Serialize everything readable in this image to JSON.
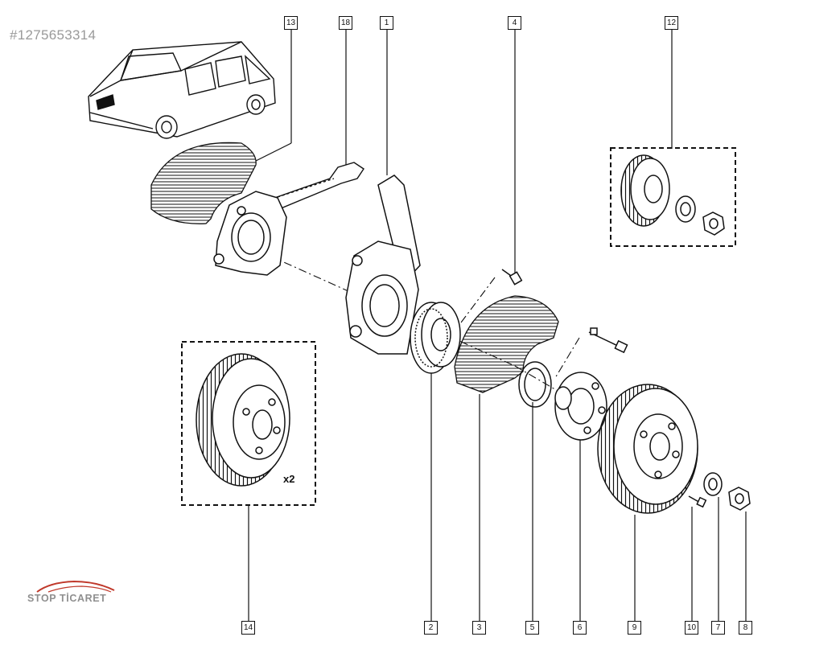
{
  "watermark": {
    "stock_id": "#1275653314"
  },
  "logo": {
    "text": "STOP TİCARET"
  },
  "quantity_note": "x2",
  "callouts": [
    {
      "id": "13",
      "label": "13"
    },
    {
      "id": "18",
      "label": "18"
    },
    {
      "id": "1",
      "label": "1"
    },
    {
      "id": "4",
      "label": "4"
    },
    {
      "id": "12",
      "label": "12"
    },
    {
      "id": "14",
      "label": "14"
    },
    {
      "id": "2",
      "label": "2"
    },
    {
      "id": "3",
      "label": "3"
    },
    {
      "id": "5",
      "label": "5"
    },
    {
      "id": "6",
      "label": "6"
    },
    {
      "id": "9",
      "label": "9"
    },
    {
      "id": "10",
      "label": "10"
    },
    {
      "id": "7",
      "label": "7"
    },
    {
      "id": "8",
      "label": "8"
    }
  ],
  "colors": {
    "ink": "#111111",
    "logo_red": "#c0392b",
    "watermark_gray": "#9a9a9a"
  }
}
